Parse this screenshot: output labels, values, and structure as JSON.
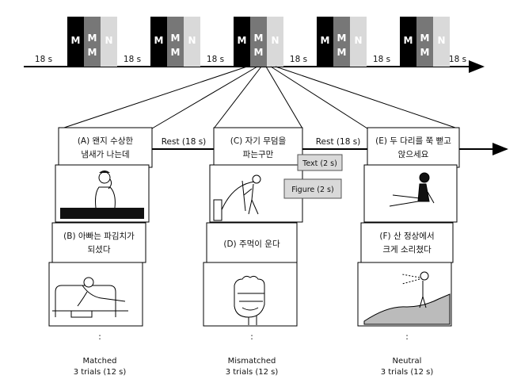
{
  "timeline": {
    "rest_label": "18 s",
    "block_letters": [
      "M",
      "M",
      "N"
    ],
    "second_m_lines": [
      "M",
      "M"
    ],
    "colors": {
      "matched": "#000000",
      "mismatched": "#777777",
      "neutral": "#d9d9d9"
    }
  },
  "rest_labels": {
    "left": "Rest (18 s)",
    "right": "Rest (18 s)"
  },
  "timing": {
    "text": "Text (2 s)",
    "figure": "Figure (2 s)"
  },
  "columns": [
    {
      "id": "matched",
      "top_caption": [
        "(A) 왠지 수상한",
        "냄새가 나는데"
      ],
      "bottom_caption": [
        "(B) 아빠는 파김치가",
        "되셨다"
      ],
      "dots": ":",
      "label": "Matched",
      "trials": "3 trials (12 s)"
    },
    {
      "id": "mismatched",
      "top_caption": [
        "(C) 자기 무덤을",
        "파는구만"
      ],
      "bottom_caption": [
        "(D) 주먹이 운다"
      ],
      "dots": ":",
      "label": "Mismatched",
      "trials": "3 trials (12 s)"
    },
    {
      "id": "neutral",
      "top_caption": [
        "(E) 두 다리를 쭉 뻗고",
        "앉으세요"
      ],
      "bottom_caption": [
        "(F) 산 정상에서",
        "크게 소리쳤다"
      ],
      "dots": ":",
      "label": "Neutral",
      "trials": "3 trials (12 s)"
    }
  ]
}
